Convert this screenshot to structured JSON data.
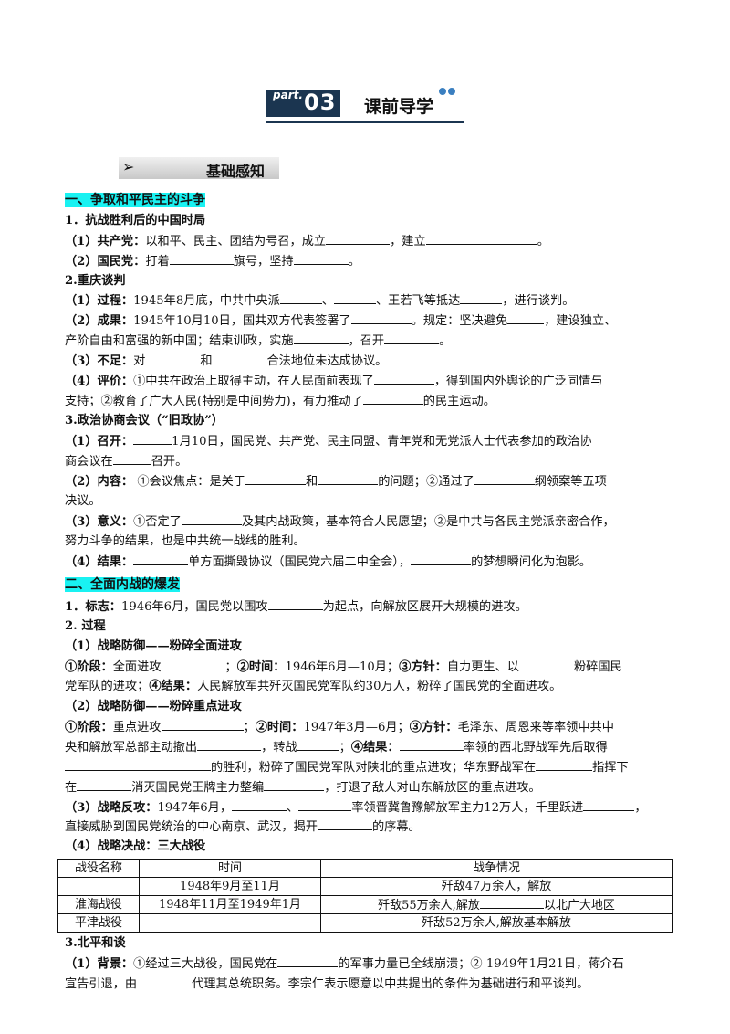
{
  "banner": {
    "part": "part.",
    "num": "03",
    "title": "课前导学"
  },
  "section": {
    "arrow": "➢",
    "title": "基础感知"
  },
  "s1": {
    "heading": "一、争取和平民主的斗争",
    "h1": "1．抗战胜利后的中国时局",
    "l1a": "（1）共产党：",
    "l1b": "以和平、民主、团结为号召，成立",
    "l1c": "，建立",
    "l1d": "。",
    "l2a": "（2）国民党：",
    "l2b": "打着",
    "l2c": "旗号，坚持",
    "l2d": "。",
    "h2": "2.重庆谈判",
    "l3a": "（1）过程：",
    "l3b": "1945年8月底，中共中央派",
    "l3c": "、",
    "l3d": "、王若飞等抵达",
    "l3e": "，进行谈判。",
    "l4a": "（2）成果：",
    "l4b": "1945年10月10日，国共双方代表签署了",
    "l4c": "。规定：坚决避免",
    "l4d": "，建设独立、",
    "l5a": "产阶自由和富强的新中国；结束训政，实施",
    "l5b": "，召开",
    "l5c": "。",
    "l6a": "（3）不足：",
    "l6b": "对",
    "l6c": "和",
    "l6d": "合法地位未达成协议。",
    "l7a": "（4）评价：",
    "l7b": "①中共在政治上取得主动，在人民面前表现了",
    "l7c": "，得到国内外舆论的广泛同情与",
    "l8a": "支持；②教育了广大人民(特别是中间势力)，有力推动了",
    "l8b": "的民主运动。",
    "h3": "3.政治协商会议（“旧政协”）",
    "l9a": "（1）召开：",
    "l9b": "1月10日，国民党、共产党、民主同盟、青年党和无党派人士代表参加的政治协",
    "l10a": "商会议在",
    "l10b": "召开。",
    "l11a": "（2）内容：",
    "l11b": " ①会议焦点：是关于",
    "l11c": "和",
    "l11d": "的问题；②通过了",
    "l11e": "纲领案等五项",
    "l12": "决议。",
    "l13a": "（3）意义：",
    "l13b": "①否定了",
    "l13c": "及其内战政策，基本符合人民愿望；②是中共与各民主党派亲密合作，",
    "l14": "努力斗争的结果，也是中共统一战线的胜利。",
    "l15a": "（4）结果：",
    "l15b": "单方面撕毁协议（国民党六届二中全会），",
    "l15c": "的梦想瞬间化为泡影。"
  },
  "s2": {
    "heading": "二、全面内战的爆发",
    "l1a": "1．标志：",
    "l1b": "1946年6月，国民党以围攻",
    "l1c": "为起点，向解放区展开大规模的进攻。",
    "h2": "2. 过程",
    "h21": "（1）战略防御——粉碎全面进攻",
    "l2a": "①阶段：",
    "l2b": "全面进攻",
    "l2c": "；",
    "l2d": "②时间：",
    "l2e": "1946年6月—10月；",
    "l2f": "③方针：",
    "l2g": "自力更生、以",
    "l2h": "粉碎国民",
    "l3a": "党军队的进攻；",
    "l3b": "④结果：",
    "l3c": "人民解放军共歼灭国民党军队约30万人，粉碎了国民党的全面进攻。",
    "h22": "（2）战略防御——粉碎重点进攻",
    "l4a": "①阶段：",
    "l4b": "重点进攻",
    "l4c": "；",
    "l4d": "②时间：",
    "l4e": "1947年3月—6月；",
    "l4f": "③方针：",
    "l4g": "毛泽东、周恩来等率领中共中",
    "l5a": "央和解放军总部主动撤出",
    "l5b": "，转战",
    "l5c": "；",
    "l5d": "④结果：",
    "l5e": "率领的西北野战军先后取得",
    "l6a": "的胜利，粉碎了国民党军队对陕北的重点进攻；华东野战军在",
    "l6b": "指挥下",
    "l7a": "在",
    "l7b": "消灭国民党王牌主力整编",
    "l7c": "，打退了敌人对山东解放区的重点进攻。",
    "l8a": "（3）战略反攻：",
    "l8b": "1947年6月，",
    "l8c": "、",
    "l8d": "率领晋冀鲁豫解放军主力12万人，千里跃进",
    "l8e": "，",
    "l9a": "直接威胁到国民党统治的中心南京、武汉，揭开",
    "l9b": "的序幕。",
    "h24": "（4）战略决战：三大战役"
  },
  "table": {
    "headers": [
      "战役名称",
      "时间",
      "战争情况"
    ],
    "rows": [
      {
        "name": "",
        "time": "1948年9月至11月",
        "result": "歼敌47万余人，解放"
      },
      {
        "name": "淮海战役",
        "time": "1948年11月至1949年1月",
        "result": "歼敌55万余人,解放",
        "result2": "以北广大地区"
      },
      {
        "name": "平津战役",
        "time": "",
        "result": "歼敌52万余人,解放基本解放"
      }
    ]
  },
  "s3": {
    "h": "3.北平和谈",
    "l1a": "（1）背景：",
    "l1b": "①经过三大战役，国民党在",
    "l1c": "的军事力量已全线崩溃；② 1949年1月21日，蒋介石",
    "l2a": "宣告引退，由",
    "l2b": "代理其总统职务。李宗仁表示愿意以中共提出的条件为基础进行和平谈判。"
  }
}
